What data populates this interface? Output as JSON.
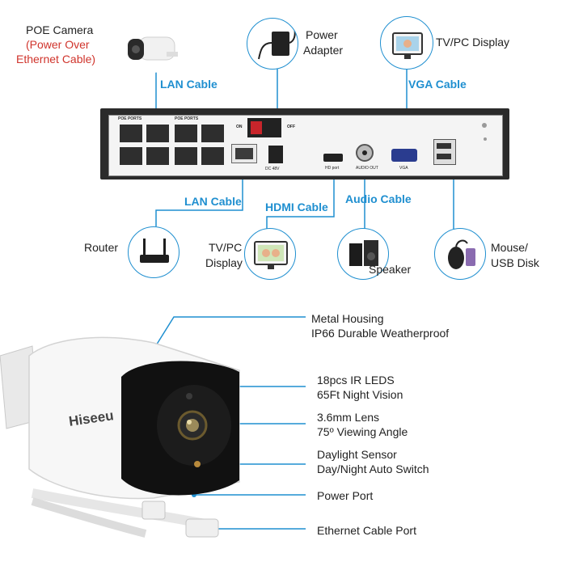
{
  "top_labels": {
    "poe_camera": "POE Camera",
    "poe_camera_sub1": "(Power Over",
    "poe_camera_sub2": "Ethernet Cable)",
    "power_adapter1": "Power",
    "power_adapter2": "Adapter",
    "tv_pc_display": "TV/PC Display",
    "lan_cable_top": "LAN Cable",
    "vga_cable": "VGA Cable",
    "lan_cable_bottom": "LAN Cable",
    "hdmi_cable": "HDMI Cable",
    "audio_cable": "Audio Cable",
    "router": "Router",
    "tv_pc_display2_l1": "TV/PC",
    "tv_pc_display2_l2": "Display",
    "speaker": "Speaker",
    "mouse_l1": "Mouse/",
    "mouse_l2": "USB Disk"
  },
  "nvr_panel": {
    "poe_ports_a": "POE PORTS",
    "poe_ports_b": "POE PORTS",
    "on": "ON",
    "off": "OFF",
    "dc": "DC 48V",
    "hdmi": "HD port",
    "audio_out": "AUDIO OUT",
    "vga": "VGA"
  },
  "camera_features": [
    {
      "line1": "Metal Housing",
      "line2": "IP66 Durable Weatherproof"
    },
    {
      "line1": "18pcs IR LEDS",
      "line2": "65Ft Night Vision"
    },
    {
      "line1": "3.6mm Lens",
      "line2": "75º Viewing Angle"
    },
    {
      "line1": "Daylight Sensor",
      "line2": "Day/Night Auto Switch"
    },
    {
      "line1": "Power Port",
      "line2": ""
    },
    {
      "line1": "Ethernet Cable Port",
      "line2": ""
    }
  ],
  "brand": "Hiseeu",
  "colors": {
    "accent": "#1f8fd0",
    "red": "#d0342c",
    "panel": "#2b2b2b"
  }
}
